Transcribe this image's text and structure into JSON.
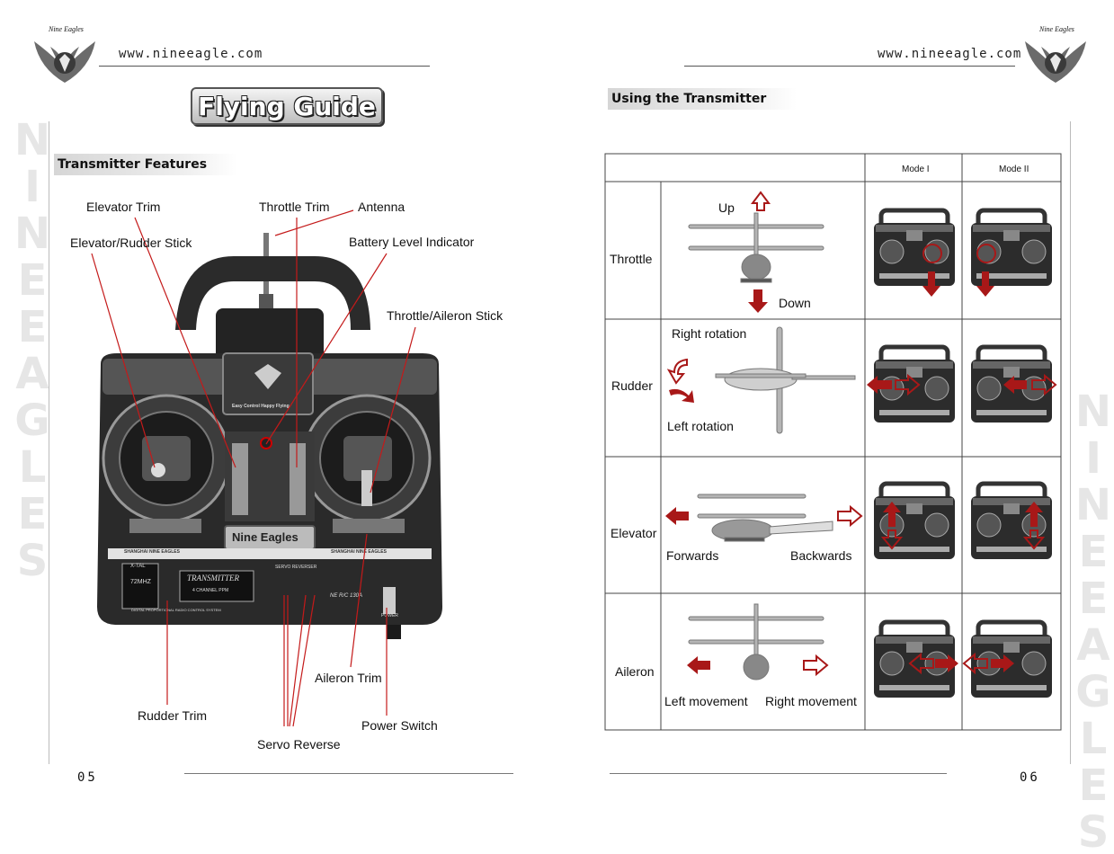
{
  "header": {
    "url_left": "www.nineeagle.com",
    "url_right": "www.nineeagle.com",
    "logo_text": "Nine Eagles"
  },
  "side_word": "NINEEAGLES",
  "left": {
    "title": "Flying Guide",
    "section": "Transmitter Features",
    "labels": {
      "elevator_trim": "Elevator Trim",
      "throttle_trim": "Throttle Trim",
      "antenna": "Antenna",
      "elevator_rudder_stick": "Elevator/Rudder Stick",
      "battery_level": "Battery Level Indicator",
      "throttle_aileron_stick": "Throttle/Aileron Stick",
      "aileron_trim": "Aileron Trim",
      "rudder_trim": "Rudder Trim",
      "power_switch": "Power Switch",
      "servo_reverse": "Servo Reverse"
    },
    "transmitter": {
      "brand_badge": "Nine Eagles",
      "slogan": "Easy Control Happy Flying",
      "model": "TRANSMITTER",
      "channels": "4 CHANNEL PPM",
      "crystal": "72MHZ",
      "xtal": "X-TAL",
      "maker_left": "SHANGHAI NINE EAGLES",
      "maker_right": "SHANGHAI NINE EAGLES",
      "system": "DIGITAL PROPORTIONAL RADIO CONTROL SYSTEM",
      "code": "NE R/C 130A",
      "servo": "SERVO REVERSER",
      "power": "POWER"
    },
    "page_number": "05"
  },
  "right": {
    "section": "Using the Transmitter",
    "mode1": "Mode I",
    "mode2": "Mode II",
    "rows": [
      {
        "name": "Throttle",
        "a": "Up",
        "b": "Down"
      },
      {
        "name": "Rudder",
        "a": "Right rotation",
        "b": "Left rotation"
      },
      {
        "name": "Elevator",
        "a": "Forwards",
        "b": "Backwards"
      },
      {
        "name": "Aileron",
        "a": "Left movement",
        "b": "Right movement"
      }
    ],
    "page_number": "06"
  },
  "colors": {
    "arrow_red": "#a81818",
    "leader_red": "#c41a1a",
    "tx_body": "#2a2a2a"
  }
}
